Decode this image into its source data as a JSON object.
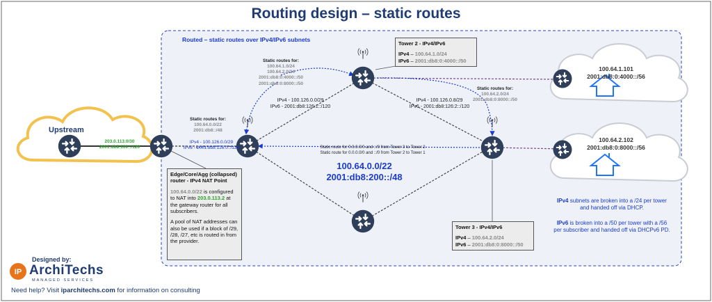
{
  "title": "Routing design – static routes",
  "region_label": "Routed – static routes over IPv4/IPv6 subnets",
  "upstream": {
    "label": "Upstream",
    "ipv4": "203.0.113.0/30",
    "ipv6": "2001:db8:100::/120"
  },
  "edge_box": {
    "heading": "Edge/Core/Agg (collapsed) router - IPv4 NAT Point",
    "para1_subnet": "100.64.0.0/22",
    "para1_mid": " is configured to NAT into ",
    "para1_nat": "203.0.113.2",
    "para1_end": " at the gateway router for all subscribers.",
    "para2": "A pool of NAT addresses can also be used if a block of /29, /28, /27, etc is routed in from the provider."
  },
  "edge_link": {
    "ipv4": "IPv4 - 100.126.0.0/29",
    "ipv6": "IPv6 - 2001:db8:126:0::/120"
  },
  "static_routes_tower1": {
    "heading": "Static routes for:",
    "routes": [
      "100.64.0.0/22",
      "2001:db8::/48"
    ]
  },
  "static_routes_tower2": {
    "heading": "Static routes for:",
    "routes": [
      "100.64.1.0/24",
      "100.64.2.0/24",
      "2001:db8:0:4000::/50",
      "2001:db8:0:8000::/50"
    ]
  },
  "static_routes_tower3": {
    "heading": "Static routes for:",
    "routes": [
      "100.64.2.0/24",
      "2001:db8:0:8000::/50"
    ]
  },
  "link_t1_t2": {
    "ipv4": "IPv4 - 100.126.0.0/29",
    "ipv6": "IPv6 - 2001:db8:126:1::/120"
  },
  "link_t2_t3": {
    "ipv4": "IPv4 - 100.126.0.8/29",
    "ipv6": "IPv6 - 2001:db8:126:2::/120"
  },
  "static_default": [
    "Static route for 0.0.0.0/0 and ::/0 from Tower 3 to Tower 2",
    "Static route for 0.0.0.0/0 and ::/0 from Tower 2 to Tower 1"
  ],
  "aggregate": {
    "ipv4": "100.64.0.0/22",
    "ipv6": "2001:db8:200::/48"
  },
  "tower2_box": {
    "title": "Tower 2 - IPv4/IPv6",
    "ipv4_label": "IPv4",
    "ipv4": "100.64.1.0/24",
    "ipv6_label": "IPv6",
    "ipv6": "2001:db8:0:4000::/50"
  },
  "tower3_box": {
    "title": "Tower 3 - IPv4/IPv6",
    "ipv4_label": "IPv4",
    "ipv4": "100.64.2.0/24",
    "ipv6_label": "IPv6",
    "ipv6": "2001:db8:0:8000::/50"
  },
  "cloud1": {
    "ipv4": "100.64.1.101",
    "ipv6": "2001:db8:0:4000::/56"
  },
  "cloud2": {
    "ipv4": "100.64.2.102",
    "ipv6": "2001:db8:0:8000::/56"
  },
  "note1": {
    "bold": "IPv4",
    "text": " subnets are broken into a /24 per tower and handed off via DHCP."
  },
  "note2": {
    "bold": "IPv6",
    "text": " is broken into a /50 per tower with a /56 per subscriber and handed off via DHCPv6 PD."
  },
  "designed_by": "Designed by:",
  "logo": {
    "mark": "IP",
    "name": "ArchiTechs",
    "sub": "MANAGED SERVICES"
  },
  "help": {
    "prefix": "Need help? Visit ",
    "site": "iparchitechs.com",
    "suffix": " for information on consulting"
  },
  "colors": {
    "title": "#1f3b73",
    "accent": "#1a3bd0",
    "router": "#2f3f5a",
    "green": "#2aa02a",
    "upstream_cloud": "#f2c14e"
  }
}
